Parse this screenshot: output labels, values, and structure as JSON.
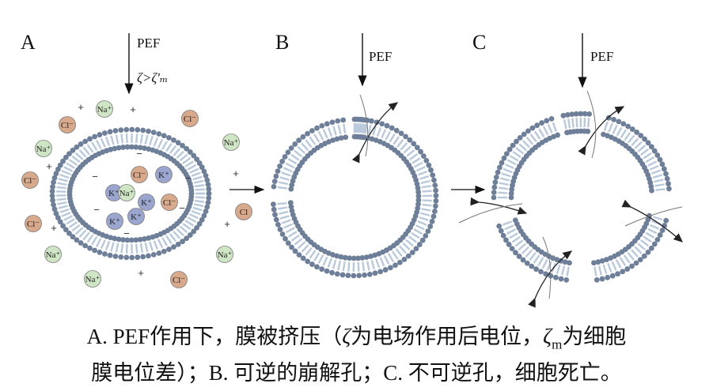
{
  "panels": {
    "a": {
      "letter": "A",
      "field": "PEF",
      "condition": "ζ>ζ'ₘ"
    },
    "b": {
      "letter": "B",
      "field": "PEF"
    },
    "c": {
      "letter": "C",
      "field": "PEF"
    }
  },
  "ions": {
    "outside": [
      "Na⁺",
      "Cl⁻",
      "Cl⁻",
      "Na⁺",
      "Na⁺",
      "Cl⁻",
      "Cl",
      "Cl⁻",
      "Na⁺",
      "Na⁺",
      "Na⁺",
      "Cl⁻",
      "Cl"
    ],
    "inside": [
      "Cl⁻",
      "K⁺",
      "K⁺",
      "Na⁺",
      "K⁺",
      "K⁺",
      "K⁺",
      "Cl⁻"
    ]
  },
  "colors": {
    "head": "#6e7f99",
    "tail": "#b9c9dc",
    "na_fill": "#cfe6c4",
    "cl_fill": "#d8a98a",
    "k_fill": "#9aa6cf"
  },
  "caption": {
    "line1_a": "A. PEF作用下，膜被挤压（",
    "line1_z": "ζ",
    "line1_b": "为电场作用后电位，",
    "line1_zm": "ζ",
    "line1_zm_sub": "m",
    "line1_c": "为细胞",
    "line2": "膜电位差）；B. 可逆的崩解孔；C. 不可逆孔，细胞死亡。"
  }
}
